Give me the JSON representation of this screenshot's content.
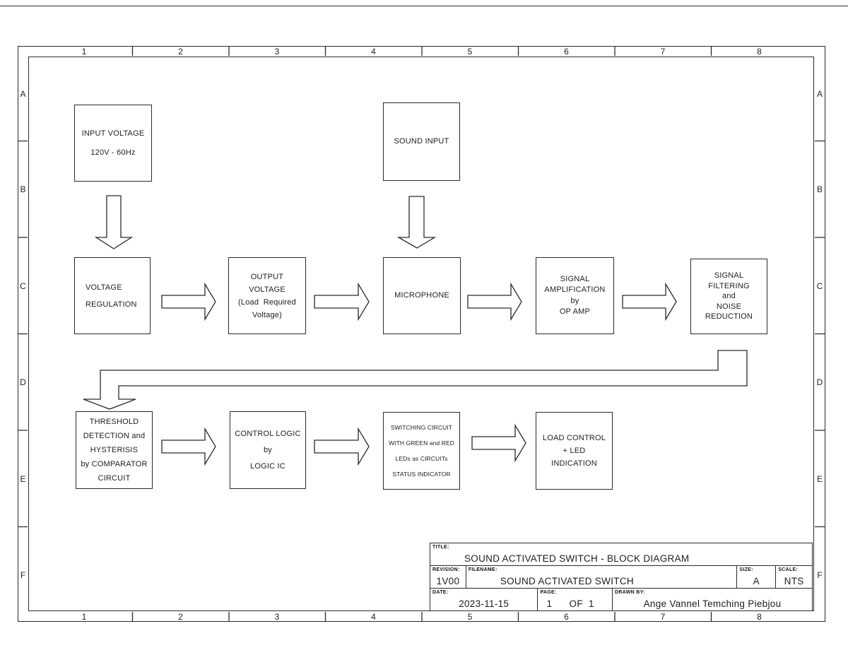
{
  "frame": {
    "column_labels": [
      "1",
      "2",
      "3",
      "4",
      "5",
      "6",
      "7",
      "8"
    ],
    "row_labels": [
      "A",
      "B",
      "C",
      "D",
      "E",
      "F"
    ]
  },
  "blocks": {
    "input_voltage": {
      "lines": [
        "INPUT VOLTAGE",
        "120V - 60Hz"
      ]
    },
    "sound_input": {
      "lines": [
        "SOUND INPUT"
      ]
    },
    "voltage_regulation": {
      "lines": [
        "VOLTAGE",
        "REGULATION"
      ]
    },
    "output_voltage": {
      "lines": [
        "OUTPUT",
        "VOLTAGE",
        "(Load  Required",
        "Voltage)"
      ]
    },
    "microphone": {
      "lines": [
        "MICROPHONE"
      ]
    },
    "signal_amplification": {
      "lines": [
        "SIGNAL",
        "AMPLIFICATION",
        "by",
        "OP AMP"
      ]
    },
    "signal_filtering": {
      "lines": [
        "SIGNAL",
        "FILTERING",
        "and",
        "NOISE",
        "REDUCTION"
      ]
    },
    "threshold_detection": {
      "lines": [
        "THRESHOLD",
        "DETECTION and",
        "HYSTERISIS",
        "by COMPARATOR",
        "CIRCUIT"
      ]
    },
    "control_logic": {
      "lines": [
        "CONTROL LOGIC",
        "by",
        "LOGIC IC"
      ]
    },
    "switching_circuit": {
      "lines": [
        "SWITCHING CIRCUIT",
        "WITH GREEN and RED",
        "LEDs as CIRCUITs",
        "STATUS INDICATOR"
      ]
    },
    "load_control": {
      "lines": [
        "LOAD CONTROL",
        "+ LED",
        "INDICATION"
      ]
    }
  },
  "title_block": {
    "title_label": "TITLE:",
    "title": "SOUND ACTIVATED SWITCH - BLOCK DIAGRAM",
    "revision_label": "REVISION:",
    "revision": "1V00",
    "filename_label": "FILENAME:",
    "filename": "SOUND ACTIVATED SWITCH",
    "size_label": "SIZE:",
    "size": "A",
    "scale_label": "SCALE:",
    "scale": "NTS",
    "date_label": "DATE:",
    "date": "2023-11-15",
    "page_label": "PAGE:",
    "page": "1      OF  1",
    "drawn_by_label": "DRAWN BY:",
    "drawn_by": "Ange Vannel Temching Piebjou"
  },
  "colors": {
    "line": "#2a2a2a",
    "background": "#ffffff",
    "text": "#1d1d1d"
  }
}
